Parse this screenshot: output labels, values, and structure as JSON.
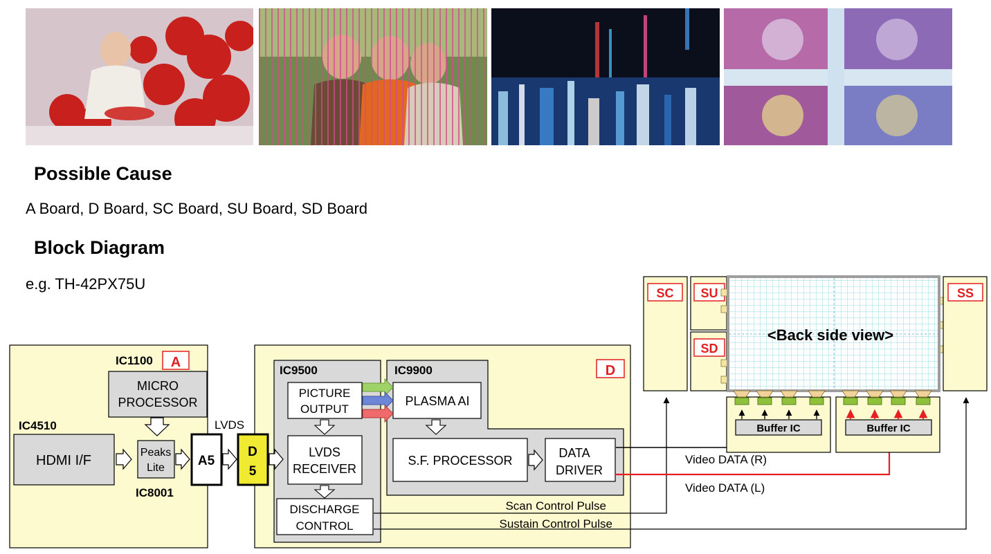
{
  "sections": {
    "cause_heading": "Possible Cause",
    "cause_text": "A Board, D Board, SC Board, SU Board, SD Board",
    "diagram_heading": "Block Diagram",
    "diagram_model": "e.g. TH-42PX75U"
  },
  "diagram": {
    "board_a_tag": "A",
    "board_d_tag": "D",
    "sc_tag": "SC",
    "su_tag": "SU",
    "sd_tag": "SD",
    "ss_tag": "SS",
    "ic1100": "IC1100",
    "micro_processor_line1": "MICRO",
    "micro_processor_line2": "PROCESSOR",
    "ic4510": "IC4510",
    "hdmi_if": "HDMI I/F",
    "peaks_line1": "Peaks",
    "peaks_line2": "Lite",
    "ic8001": "IC8001",
    "a5": "A5",
    "lvds": "LVDS",
    "d5_line1": "D",
    "d5_line2": "5",
    "ic9500": "IC9500",
    "ic9900": "IC9900",
    "picture_output_line1": "PICTURE",
    "picture_output_line2": "OUTPUT",
    "plasma_ai": "PLASMA AI",
    "lvds_receiver_line1": "LVDS",
    "lvds_receiver_line2": "RECEIVER",
    "sf_processor": "S.F. PROCESSOR",
    "data_driver_line1": "DATA",
    "data_driver_line2": "DRIVER",
    "discharge_line1": "DISCHARGE",
    "discharge_line2": "CONTROL",
    "scan_control_pulse": "Scan Control Pulse",
    "sustain_control_pulse": "Sustain Control Pulse",
    "video_data_r": "Video DATA (R)",
    "video_data_l": "Video DATA (L)",
    "back_side_view": "<Back side view>",
    "buffer_ic_1": "Buffer IC",
    "buffer_ic_2": "Buffer IC"
  },
  "colors": {
    "board_fill": "#fdfad0",
    "chip_fill": "#d9d9d9",
    "tag_red": "#e02020",
    "d5_yellow": "#f1ea33",
    "signal_red": "#e62020",
    "panel_grid": "#9ad7ec",
    "arrow_green": "#9fd36a",
    "arrow_blue": "#6d86d8",
    "arrow_red": "#ef6b6b"
  }
}
